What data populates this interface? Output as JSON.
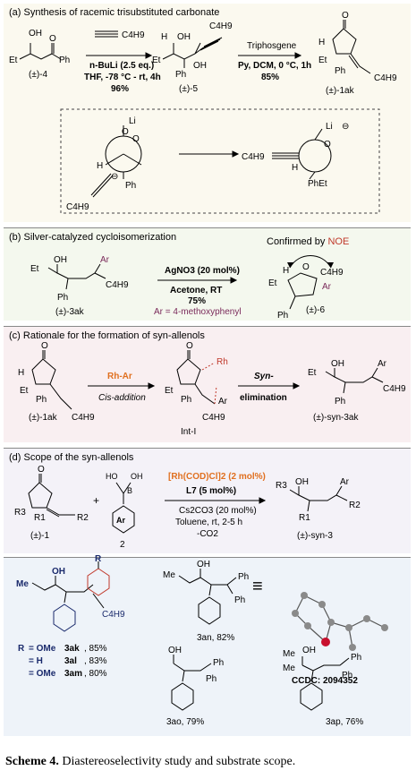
{
  "panel_a": {
    "title": "(a) Synthesis of racemic trisubstituted carbonate",
    "sm_label": "(±)-4",
    "sm_oh": "OH",
    "sm_et": "Et",
    "sm_ph": "Ph",
    "sm_o": "O",
    "alkyne_reagent": "C4H9",
    "cond1_a": "n-BuLi (2.5 eq.)",
    "cond1_b": "THF, -78 °C - rt, 4h",
    "cond1_c": "96%",
    "int_label": "(±)-5",
    "int_h": "H",
    "int_oh1": "OH",
    "int_et": "Et",
    "int_ph": "Ph",
    "int_oh2": "OH",
    "int_c4": "C4H9",
    "cond2_a": "Triphosgene",
    "cond2_b": "Py, DCM, 0 °C, 1h",
    "cond2_c": "85%",
    "prod_label": "(±)-1ak",
    "prod_o": "O",
    "prod_h": "H",
    "prod_et": "Et",
    "prod_ph": "Ph",
    "prod_c4": "C4H9",
    "box_li1": "Li",
    "box_o1": "O",
    "box_o2": "O",
    "box_h": "H",
    "box_ph": "Ph",
    "box_c4": "C4H9",
    "box_minus": "⊖",
    "box_li2": "Li",
    "box_minus2": "⊖",
    "box_c4b": "C4H9",
    "box_h2": "H",
    "box_phet": "PhEt",
    "box_o3": "O"
  },
  "panel_b": {
    "title": "(b) Silver-catalyzed cycloisomerization",
    "noe": "Confirmed by NOE",
    "noe_prefix": "Confirmed by ",
    "noe_word": "NOE",
    "sm_label": "(±)-3ak",
    "sm_oh": "OH",
    "sm_et": "Et",
    "sm_ph": "Ph",
    "sm_ar": "Ar",
    "sm_c4": "C4H9",
    "cond_a": "AgNO3 (20 mol%)",
    "cond_b": "Acetone, RT",
    "cond_c": "75%",
    "ar_def": "Ar = 4-methoxyphenyl",
    "prod_label": "(±)-6",
    "prod_et": "Et",
    "prod_o": "O",
    "prod_c4": "C4H9",
    "prod_ar": "Ar",
    "prod_ph": "Ph",
    "prod_h": "H"
  },
  "panel_c": {
    "title": "(c) Rationale for the formation of syn-allenols",
    "sm_label": "(±)-1ak",
    "sm_h": "H",
    "sm_et": "Et",
    "sm_ph": "Ph",
    "sm_o": "O",
    "sm_c4": "C4H9",
    "reagent": "Rh-Ar",
    "step1": "Cis-addition",
    "int_label": "Int-I",
    "int_rh": "Rh",
    "int_et": "Et",
    "int_ph": "Ph",
    "int_ar": "Ar",
    "int_c4": "C4H9",
    "int_o": "O",
    "step2a": "Syn-",
    "step2b": "elimination",
    "prod_label": "(±)-syn-3ak",
    "prod_oh": "OH",
    "prod_et": "Et",
    "prod_ph": "Ph",
    "prod_ar": "Ar",
    "prod_c4": "C4H9"
  },
  "panel_d": {
    "title": "(d) Scope of the syn-allenols",
    "sm_label": "(±)-1",
    "sm_r3": "R3",
    "sm_r1": "R1",
    "sm_r2": "R2",
    "sm_o": "O",
    "plus": "+",
    "boronic_ho": "HO",
    "boronic_b": "B",
    "boronic_oh": "OH",
    "boronic_ar": "Ar",
    "boronic_label": "2",
    "cond_cat": "[Rh(COD)Cl]2 (2 mol%)",
    "cond_lig": "L7 (5 mol%)",
    "cond_base": "Cs2CO3 (20 mol%)",
    "cond_solv": "Toluene, rt, 2-5 h",
    "cond_co2": "-CO2",
    "prod_label": "(±)-syn-3",
    "prod_r3": "R3",
    "prod_oh": "OH",
    "prod_r1": "R1",
    "prod_ar": "Ar",
    "prod_r2": "R2"
  },
  "panel_e": {
    "a_me": "Me",
    "a_oh": "OH",
    "a_r": "R",
    "a_c4": "C4H9",
    "legend": [
      {
        "sub": "R",
        "val": "= OMe",
        "cmp": "3ak",
        "yield": ", 85%"
      },
      {
        "sub": "",
        "val": "= H",
        "cmp": "3al",
        "yield": ", 83%"
      },
      {
        "sub": "",
        "val": "= OMe",
        "cmp": "3am",
        "yield": ", 80%"
      }
    ],
    "an_me": "Me",
    "an_oh": "OH",
    "an_ph1": "Ph",
    "an_ph2": "Ph",
    "an_label": "3an, 82%",
    "equiv": "≡",
    "ccdc": "CCDC: 2094352",
    "ao_oh": "OH",
    "ao_ph1": "Ph",
    "ao_ph2": "Ph",
    "ao_label": "3ao, 79%",
    "ap_me1": "Me",
    "ap_me2": "Me",
    "ap_oh": "OH",
    "ap_ph1": "Ph",
    "ap_ph2": "Ph",
    "ap_label": "3ap, 76%"
  },
  "caption": {
    "label": "Scheme 4.",
    "text": " Diastereoselectivity study and substrate scope."
  },
  "colors": {
    "accent_red": "#c0392b",
    "highlight_orange": "#e07020",
    "ar_purple": "#7a2a5a",
    "crystal_red": "#c8102e"
  }
}
